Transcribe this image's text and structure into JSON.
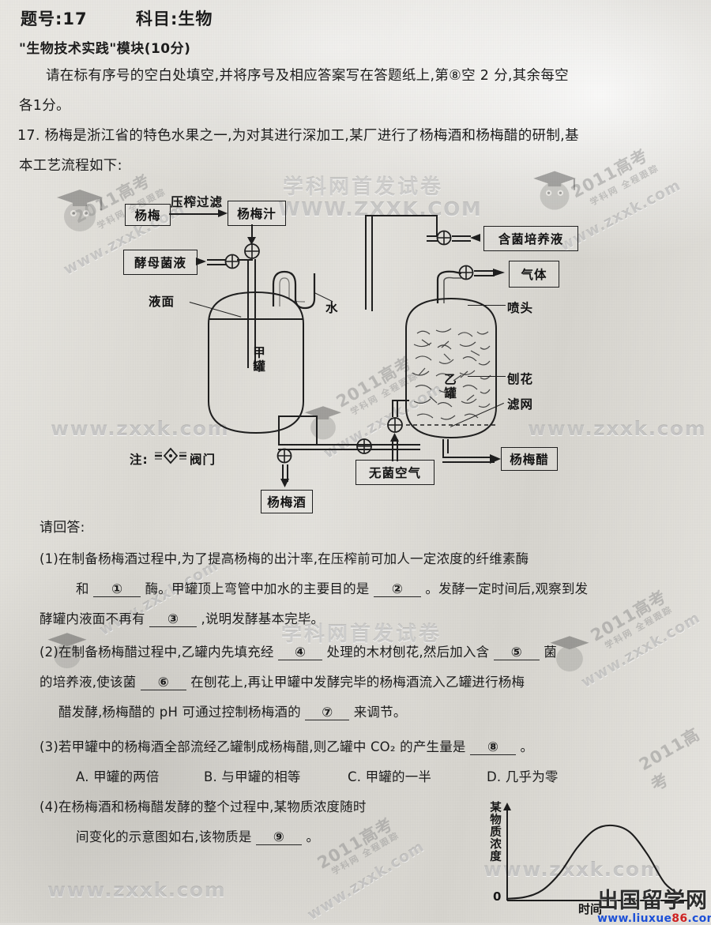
{
  "header": {
    "question_no_label": "题号:17",
    "subject_label": "科目:生物",
    "module_line": "\"生物技术实践\"模块(10分)",
    "instruction": "请在标有序号的空白处填空,并将序号及相应答案写在答题纸上,第⑧空 2 分,其余每空",
    "instruction2": "各1分。"
  },
  "stem": {
    "line1": "17. 杨梅是浙江省的特色水果之一,为对其进行深加工,某厂进行了杨梅酒和杨梅醋的研制,基",
    "line2": "本工艺流程如下:"
  },
  "diagram": {
    "boxes": {
      "yangmei": "杨梅",
      "yangmei_zhi": "杨梅汁",
      "yeast": "酵母菌液",
      "culture": "含菌培养液",
      "gas": "气体",
      "sterile_air": "无菌空气",
      "wine": "杨梅酒",
      "vinegar": "杨梅醋"
    },
    "labels": {
      "press_filter": "压榨过滤",
      "water": "水",
      "liquid_level": "液面",
      "tank_a": "甲罐",
      "tank_b": "乙罐",
      "nozzle": "喷头",
      "shavings": "刨花",
      "filter_net": "滤网",
      "legend_prefix": "注:",
      "legend_valve": "阀门"
    }
  },
  "questions": {
    "prompt": "请回答:",
    "q1": {
      "l1": "(1)在制备杨梅酒过程中,为了提高杨梅的出汁率,在压榨前可加人一定浓度的纤维素酶",
      "l2a": "和",
      "blank1": "①",
      "l2b": "酶。甲罐顶上弯管中加水的主要目的是",
      "blank2": "②",
      "l2c": "。发酵一定时间后,观察到发",
      "l3a": "酵罐内液面不再有",
      "blank3": "③",
      "l3b": ",说明发酵基本完毕。"
    },
    "q2": {
      "l1a": "(2)在制备杨梅醋过程中,乙罐内先填充经",
      "blank4": "④",
      "l1b": "处理的木材刨花,然后加入含",
      "blank5": "⑤",
      "l1c": "菌",
      "l2a": "的培养液,使该菌",
      "blank6": "⑥",
      "l2b": "在刨花上,再让甲罐中发酵完毕的杨梅酒流入乙罐进行杨梅",
      "l3a": "醋发酵,杨梅醋的 pH 可通过控制杨梅酒的",
      "blank7": "⑦",
      "l3b": "来调节。"
    },
    "q3": {
      "l1a": "(3)若甲罐中的杨梅酒全部流经乙罐制成杨梅醋,则乙罐中 CO₂ 的产生量是",
      "blank8": "⑧",
      "l1b": "。",
      "options": [
        "A. 甲罐的两倍",
        "B. 与甲罐的相等",
        "C. 甲罐的一半",
        "D. 几乎为零"
      ]
    },
    "q4": {
      "l1": "(4)在杨梅酒和杨梅醋发酵的整个过程中,某物质浓度随时",
      "l2a": "间变化的示意图如右,该物质是",
      "blank9": "⑨",
      "l2b": "。"
    }
  },
  "chart_data": {
    "type": "line",
    "title": "",
    "xlabel": "时间",
    "ylabel": "某物质浓度",
    "origin_label": "0",
    "grid": false,
    "legend": "none",
    "xlim": [
      0,
      10
    ],
    "ylim": [
      0,
      10
    ],
    "x": [
      0,
      1,
      2,
      3,
      4,
      5,
      6,
      7,
      8,
      9,
      10
    ],
    "values": [
      0.2,
      0.4,
      1.2,
      3.2,
      6.2,
      8.3,
      8.8,
      8.0,
      5.4,
      2.0,
      0.5
    ],
    "series": [
      {
        "name": "某物质浓度",
        "values": [
          0.2,
          0.4,
          1.2,
          3.2,
          6.2,
          8.3,
          8.8,
          8.0,
          5.4,
          2.0,
          0.5
        ]
      }
    ]
  },
  "watermarks": {
    "zxxk_url": "www.zxxk.com",
    "zxxk_site": "学科网首发试卷",
    "zxxk_url_caps": "WWW.ZXXK.COM",
    "year_tag": "2011高考",
    "track_tag": "学科网 全程跟踪"
  },
  "footer": {
    "brand_cn": "出国留学网",
    "brand_url_blue": "www.liuxue",
    "brand_url_red": "86",
    "brand_url_blue2": ".com"
  },
  "colors": {
    "ink": "#1a1a1a",
    "paper": "#dedcd7",
    "brand_blue": "#1b4fd8",
    "brand_red": "#d01f1f",
    "watermark": "#808080"
  }
}
